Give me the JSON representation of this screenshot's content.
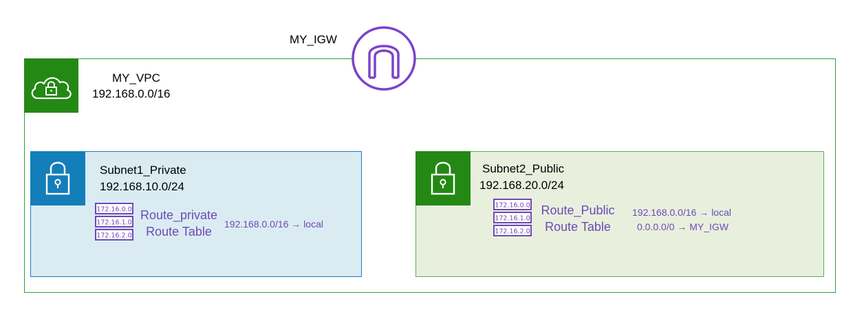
{
  "igw": {
    "label": "MY_IGW",
    "icon": "internet-gateway-icon",
    "color": "#7a43c9"
  },
  "vpc": {
    "name": "MY_VPC",
    "cidr": "192.168.0.0/16",
    "icon": "cloud-lock-icon",
    "color": "#248814"
  },
  "subnets": [
    {
      "name": "Subnet1_Private",
      "cidr": "192.168.10.0/24",
      "icon": "lock-icon",
      "accent": "#147eba",
      "background": "#daecf2",
      "route_table": {
        "name": "Route_private",
        "subtitle": "Route Table",
        "icon": "route-table-icon",
        "entries": [
          "172.16.0.0",
          "172.16.1.0",
          "172.16.2.0"
        ],
        "routes": [
          "192.168.0.0/16 → local"
        ]
      }
    },
    {
      "name": "Subnet2_Public",
      "cidr": "192.168.20.0/24",
      "icon": "lock-icon",
      "accent": "#248814",
      "background": "#e8f0dd",
      "route_table": {
        "name": "Route_Public",
        "subtitle": "Route Table",
        "icon": "route-table-icon",
        "entries": [
          "172.16.0.0",
          "172.16.1.0",
          "172.16.2.0"
        ],
        "routes": [
          "192.168.0.0/16 → local",
          "0.0.0.0/0 → MY_IGW"
        ]
      }
    }
  ]
}
